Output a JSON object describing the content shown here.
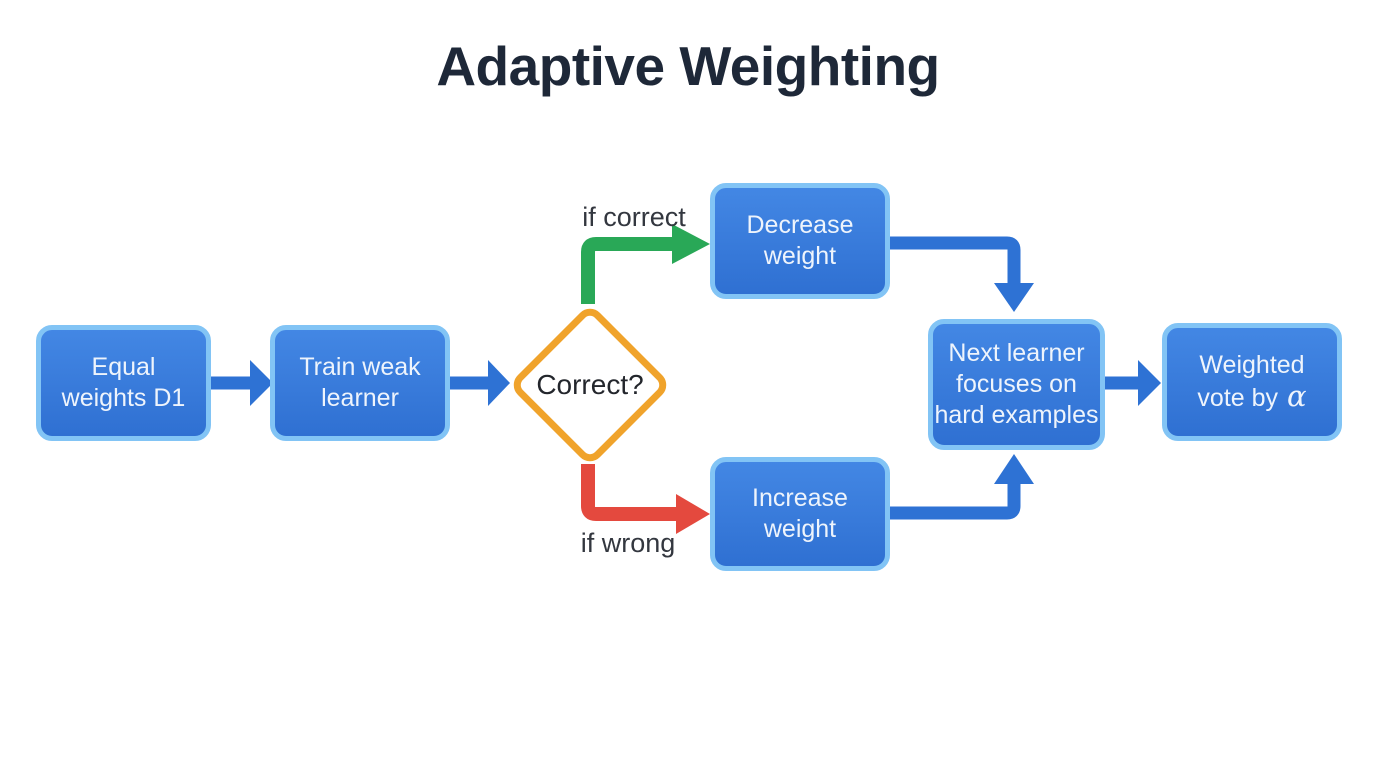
{
  "title": "Adaptive Weighting",
  "colors": {
    "background": "#ffffff",
    "title_text": "#1e2838",
    "node_fill_top": "#4387e4",
    "node_fill_bottom": "#2f70d2",
    "node_border": "#82c4f5",
    "node_text": "#eef4fc",
    "arrow_blue": "#2e72d4",
    "arrow_green": "#29a857",
    "arrow_red": "#e4493e",
    "diamond_border": "#f0a32b",
    "diamond_fill": "#ffffff",
    "label_text": "#33373f"
  },
  "flowchart": {
    "nodes": {
      "equal_weights": {
        "label": "Equal\nweights D1"
      },
      "train_weak": {
        "label": "Train weak\nlearner"
      },
      "decision": {
        "label": "Correct?"
      },
      "decrease": {
        "label": "Decrease\nweight"
      },
      "increase": {
        "label": "Increase\nweight"
      },
      "next_learner": {
        "label": "Next learner\nfocuses on\nhard examples"
      },
      "weighted_vote": {
        "label": "Weighted\nvote by ",
        "alpha": "α"
      }
    },
    "edge_labels": {
      "if_correct": "if correct",
      "if_wrong": "if wrong"
    }
  }
}
